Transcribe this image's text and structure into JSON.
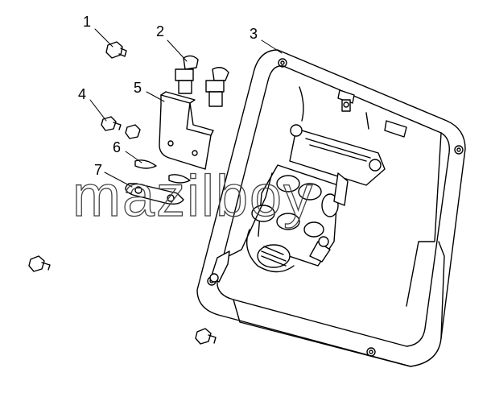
{
  "diagram": {
    "callouts": [
      {
        "id": "1",
        "label": "1",
        "part": "bolt-single"
      },
      {
        "id": "2",
        "label": "2",
        "part": "fitting-pair"
      },
      {
        "id": "3",
        "label": "3",
        "part": "housing-tray"
      },
      {
        "id": "4",
        "label": "4",
        "part": "bolt-pair"
      },
      {
        "id": "5",
        "label": "5",
        "part": "mounting-bracket"
      },
      {
        "id": "6",
        "label": "6",
        "part": "lock-washer"
      },
      {
        "id": "7",
        "label": "7",
        "part": "clamp-strip"
      }
    ],
    "watermark": "mazilboy",
    "colors": {
      "line": "#000000",
      "watermark": "#444444",
      "background": "#ffffff"
    }
  }
}
